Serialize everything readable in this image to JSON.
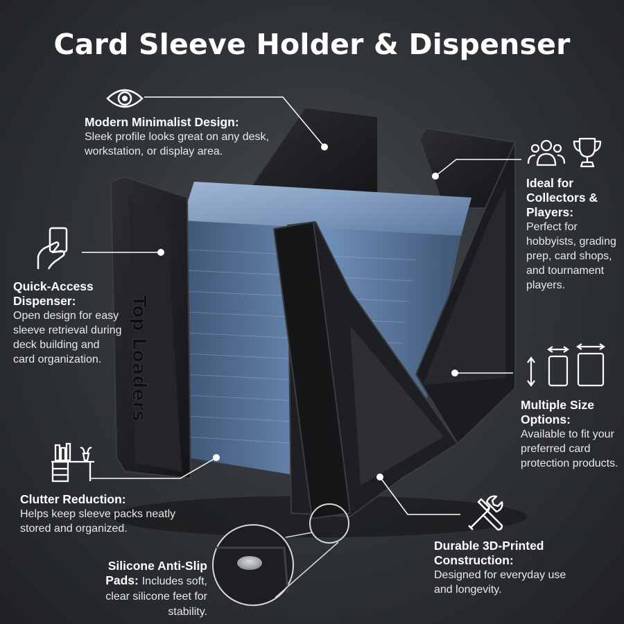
{
  "title": "Card Sleeve Holder & Dispenser",
  "product_label": "Top Loaders",
  "features": {
    "design": {
      "title": "Modern Minimalist Design:",
      "description": "Sleek profile looks great on any desk, workstation, or display area."
    },
    "dispenser": {
      "title": "Quick-Access Dispenser:",
      "description": "Open design for easy sleeve retrieval during deck building and card organization."
    },
    "clutter": {
      "title": "Clutter Reduction:",
      "description": "Helps keep sleeve packs neatly stored and organized."
    },
    "pads": {
      "title": "Silicone Anti-Slip Pads:",
      "description": "Includes soft, clear silicone feet for stability."
    },
    "collectors": {
      "title": "Ideal for Collectors & Players:",
      "description": "Perfect for hobbyists, grading prep, card shops, and tournament players."
    },
    "sizes": {
      "title": "Multiple Size Options:",
      "description": "Available to fit your preferred card protection products."
    },
    "durable": {
      "title": "Durable 3D-Printed Construction:",
      "description": "Designed for everyday use and longevity."
    }
  },
  "icons": [
    "eye-icon",
    "hand-card-icon",
    "desk-icon",
    "users-icon",
    "trophy-icon",
    "card-sizes-icon",
    "tools-icon"
  ],
  "colors": {
    "background": "#323539",
    "text": "#ffffff",
    "holder": "#1c1d20",
    "sleeves": "#5e7fa8"
  }
}
